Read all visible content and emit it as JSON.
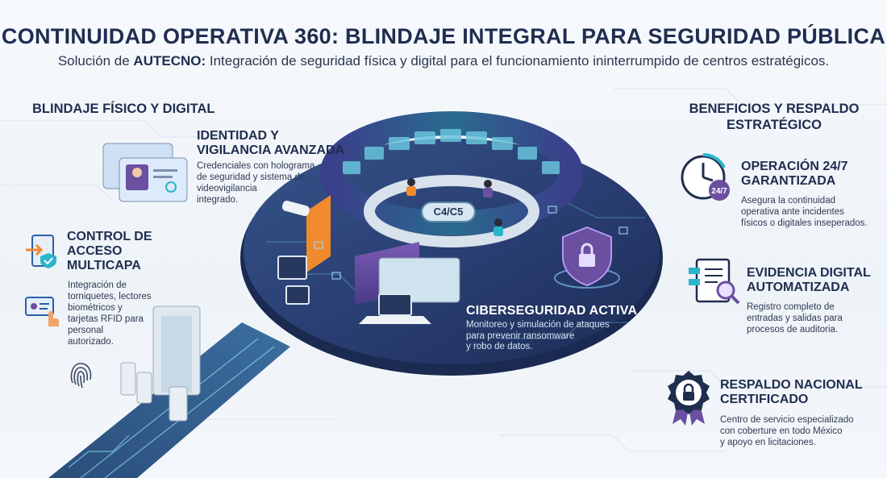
{
  "header": {
    "title": "CONTINUIDAD OPERATIVA 360: BLINDAJE INTEGRAL PARA SEGURIDAD PÚBLICA",
    "subtitle_prefix": "Solución de ",
    "subtitle_brand": "AUTECNO:",
    "subtitle_rest": " Integración de seguridad física y digital para el funcionamiento ininterrumpido de centros estratégicos."
  },
  "left": {
    "heading": "BLINDAJE FÍSICO Y DIGITAL",
    "identity": {
      "title_line1": "IDENTIDAD Y",
      "title_line2": "VIGILANCIA AVANZADA",
      "desc_lines": [
        "Credenciales con holograma",
        "de seguridad y sistema de",
        "videovigilancia",
        "integrado."
      ]
    },
    "access": {
      "title_lines": [
        "CONTROL DE",
        "ACCESO",
        "MULTICAPA"
      ],
      "desc_lines": [
        "Integración de",
        "torniquetes, lectores",
        "biométricos y",
        "tarjetas RFID para",
        "personal",
        "autorizado."
      ]
    }
  },
  "center": {
    "hub_label": "C4/C5",
    "cyber_title": "CIBERSEGURIDAD ACTIVA",
    "cyber_desc_lines": [
      "Monitoreo y simulación de ataques",
      "para prevenir ransomware",
      "y robo de datos."
    ]
  },
  "right": {
    "heading_line1": "BENEFICIOS Y RESPALDO",
    "heading_line2": "ESTRATÉGICO",
    "ops": {
      "badge": "24/7",
      "title_lines": [
        "OPERACIÓN 24/7",
        "GARANTIZADA"
      ],
      "desc_lines": [
        "Asegura la continuidad",
        "operativa ante incidentes",
        "físicos o digitales inseperados."
      ]
    },
    "evidence": {
      "title_lines": [
        "EVIDENCIA DIGITAL",
        "AUTOMATIZADA"
      ],
      "desc_lines": [
        "Registro completo de",
        "entradas y salidas para",
        "procesos de auditoria."
      ]
    },
    "national": {
      "title_lines": [
        "RESPALDO NACIONAL",
        "CERTIFICADO"
      ],
      "desc_lines": [
        "Centro de servicio especializado",
        "con coberture en todo México",
        "y apoyo en licitaciones."
      ]
    }
  },
  "colors": {
    "navy": "#1f2d4f",
    "teal": "#2bb5c8",
    "purple": "#6b4fa0",
    "orange": "#f08a2c",
    "platform": "#2a3f73"
  }
}
